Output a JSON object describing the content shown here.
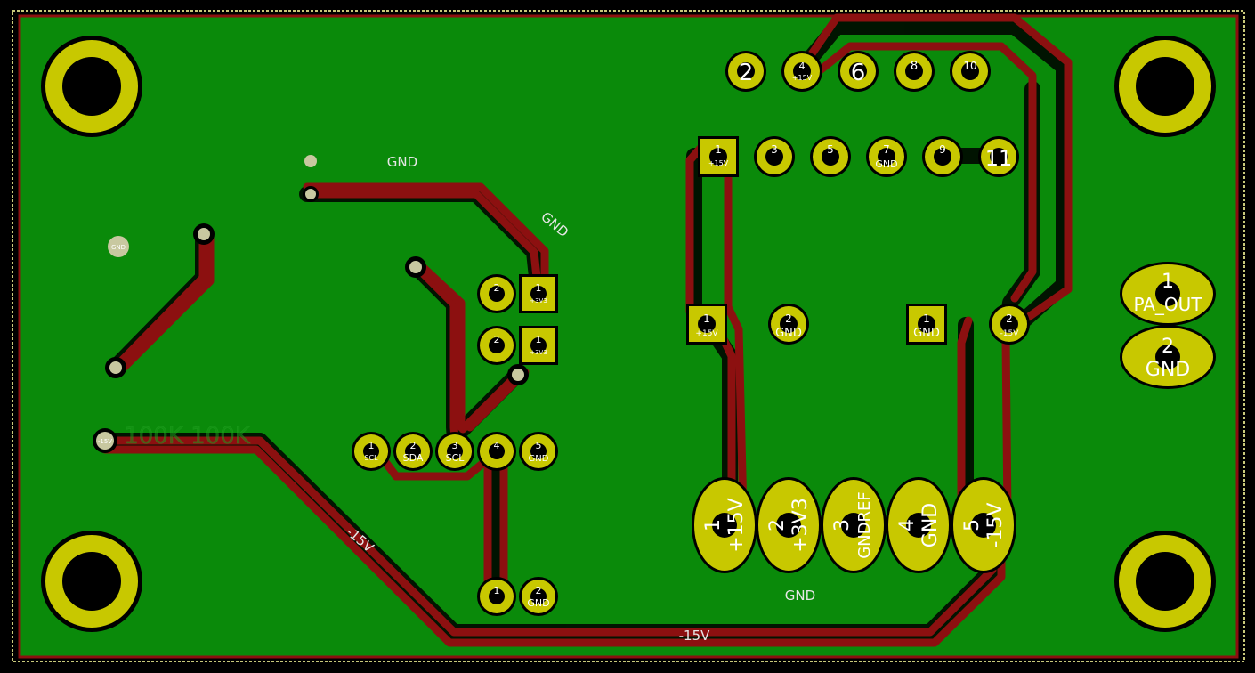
{
  "board": {
    "colors": {
      "background": "#000000",
      "copper_fill": "#0a8a0a",
      "trace": "#8c1010",
      "pad": "#c8c800",
      "outline": "#c8c87a",
      "silk": "#e6e6e6",
      "text_on_pad": "#ffffff"
    }
  },
  "net_labels": {
    "gnd_top": "GND",
    "gnd_diag": "GND",
    "gnd_bottom": "GND",
    "neg15_diag": "-15V",
    "neg15_bottom": "-15V",
    "silk_100k": "100K 100K"
  },
  "pads": {
    "gnd_small": "GND",
    "neg15_small": "-15V",
    "u1_top": [
      "2",
      "4",
      "6",
      "8",
      "10"
    ],
    "u1_top_sub": [
      "",
      "+15V",
      "",
      "",
      ""
    ],
    "u1_bottom": [
      "1",
      "3",
      "5",
      "7",
      "9",
      "11"
    ],
    "u1_bottom_sub": [
      "+15V",
      "",
      "",
      "GND",
      "",
      ""
    ],
    "c_mid": [
      {
        "num": "1",
        "net": "+15V"
      },
      {
        "num": "2",
        "net": "GND"
      },
      {
        "num": "1",
        "net": "GND"
      },
      {
        "num": "2",
        "net": "-15V"
      }
    ],
    "jumpers": [
      {
        "num": "2",
        "net": ""
      },
      {
        "num": "1",
        "net": "+3V3"
      },
      {
        "num": "2",
        "net": ""
      },
      {
        "num": "1",
        "net": "+3V3"
      }
    ],
    "header5": [
      {
        "num": "1",
        "net": "SCL"
      },
      {
        "num": "2",
        "net": "SDA"
      },
      {
        "num": "3",
        "net": "SCL"
      },
      {
        "num": "4",
        "net": ""
      },
      {
        "num": "5",
        "net": "GND"
      }
    ],
    "bottom_pair": [
      {
        "num": "1",
        "net": ""
      },
      {
        "num": "2",
        "net": "GND"
      }
    ],
    "power_conn": [
      {
        "num": "1",
        "net": "+15V"
      },
      {
        "num": "2",
        "net": "+3V3"
      },
      {
        "num": "3",
        "net": "GNDREF"
      },
      {
        "num": "4",
        "net": "GND"
      },
      {
        "num": "5",
        "net": "-15V"
      }
    ],
    "output_conn": [
      {
        "num": "1",
        "net": "PA_OUT"
      },
      {
        "num": "2",
        "net": "GND"
      }
    ]
  }
}
